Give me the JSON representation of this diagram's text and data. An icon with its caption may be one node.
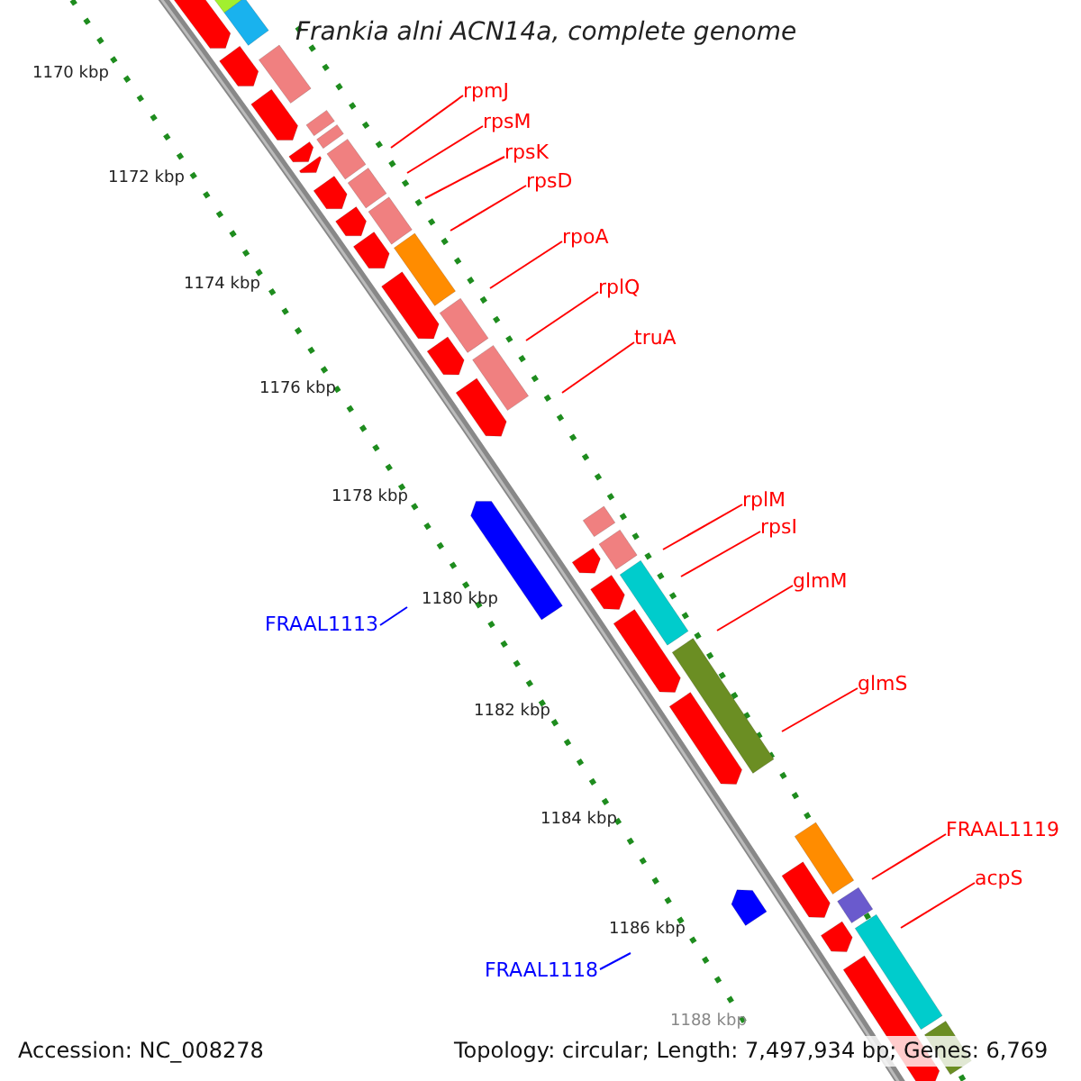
{
  "diagram": {
    "nodes": [
      {
        "text": [
          "rpmJ"
        ]
      },
      {
        "text": [
          "rpsM"
        ]
      },
      {
        "text": [
          "rpsK"
        ]
      },
      {
        "text": [
          "rpsD"
        ]
      },
      {
        "text": [
          "rpoA"
        ]
      },
      {
        "text": [
          "rplQ"
        ]
      },
      {
        "text": [
          "truA"
        ]
      },
      {
        "text": [
          "FRAAL1113"
        ]
      },
      {
        "text": [
          "rplM"
        ]
      },
      {
        "text": [
          "rpsI"
        ]
      },
      {
        "text": [
          "glmM"
        ]
      },
      {
        "text": [
          "glmS"
        ]
      },
      {
        "text": [
          "FRAAL1119"
        ]
      },
      {
        "text": [
          "acpS"
        ]
      },
      {
        "text": [
          "FRAAL1118"
        ]
      }
    ],
    "edges": [
      {
        "from": 0,
        "to": null,
        "arrow": "none"
      },
      {
        "from": 1,
        "to": null,
        "arrow": "none"
      },
      {
        "from": 2,
        "to": null,
        "arrow": "none"
      },
      {
        "from": 3,
        "to": null,
        "arrow": "none"
      },
      {
        "from": 4,
        "to": null,
        "arrow": "none"
      },
      {
        "from": 5,
        "to": null,
        "arrow": "none"
      },
      {
        "from": 6,
        "to": null,
        "arrow": "none"
      },
      {
        "from": 7,
        "to": null,
        "arrow": "none",
        "color": "#0000ff"
      },
      {
        "from": 8,
        "to": null,
        "arrow": "none"
      },
      {
        "from": 9,
        "to": null,
        "arrow": "none"
      },
      {
        "from": 10,
        "to": null,
        "arrow": "none"
      },
      {
        "from": 11,
        "to": null,
        "arrow": "none"
      },
      {
        "from": 12,
        "to": null,
        "arrow": "none"
      },
      {
        "from": 13,
        "to": null,
        "arrow": "none"
      },
      {
        "from": 14,
        "to": null,
        "arrow": "none",
        "color": "#0000ff"
      }
    ],
    "labels": [
      "Frankia alni ACN14a, complete genome",
      "1170 kbp",
      "1172 kbp",
      "1174 kbp",
      "1176 kbp",
      "1178 kbp",
      "1180 kbp",
      "1182 kbp",
      "1184 kbp",
      "1186 kbp",
      "1188 kbp",
      "Accession: NC_008278",
      "Topology: circular; Length: 7,497,934 bp; Genes: 6,769"
    ]
  }
}
